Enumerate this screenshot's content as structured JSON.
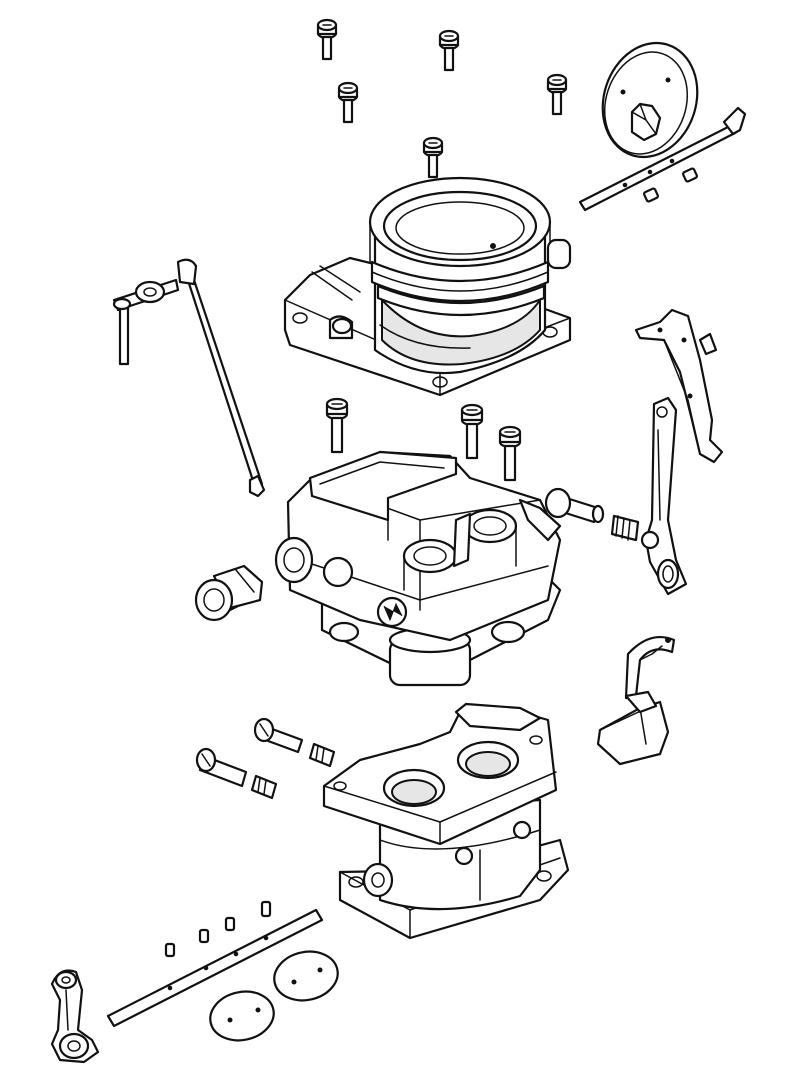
{
  "diagram": {
    "kind": "exploded-view line drawing",
    "stroke_color": "#111111",
    "fill_color": "#ffffff",
    "shade_color": "#e6e6e6",
    "parts": [
      "top-screw",
      "choke-plate",
      "choke-shaft",
      "air-horn",
      "choke-rod",
      "fast-idle-link",
      "bowl-screw",
      "main-body",
      "inlet-fitting",
      "pump-lever",
      "pump-link",
      "float",
      "throttle-body",
      "throttle-plate",
      "throttle-shaft",
      "throttle-lever"
    ]
  }
}
